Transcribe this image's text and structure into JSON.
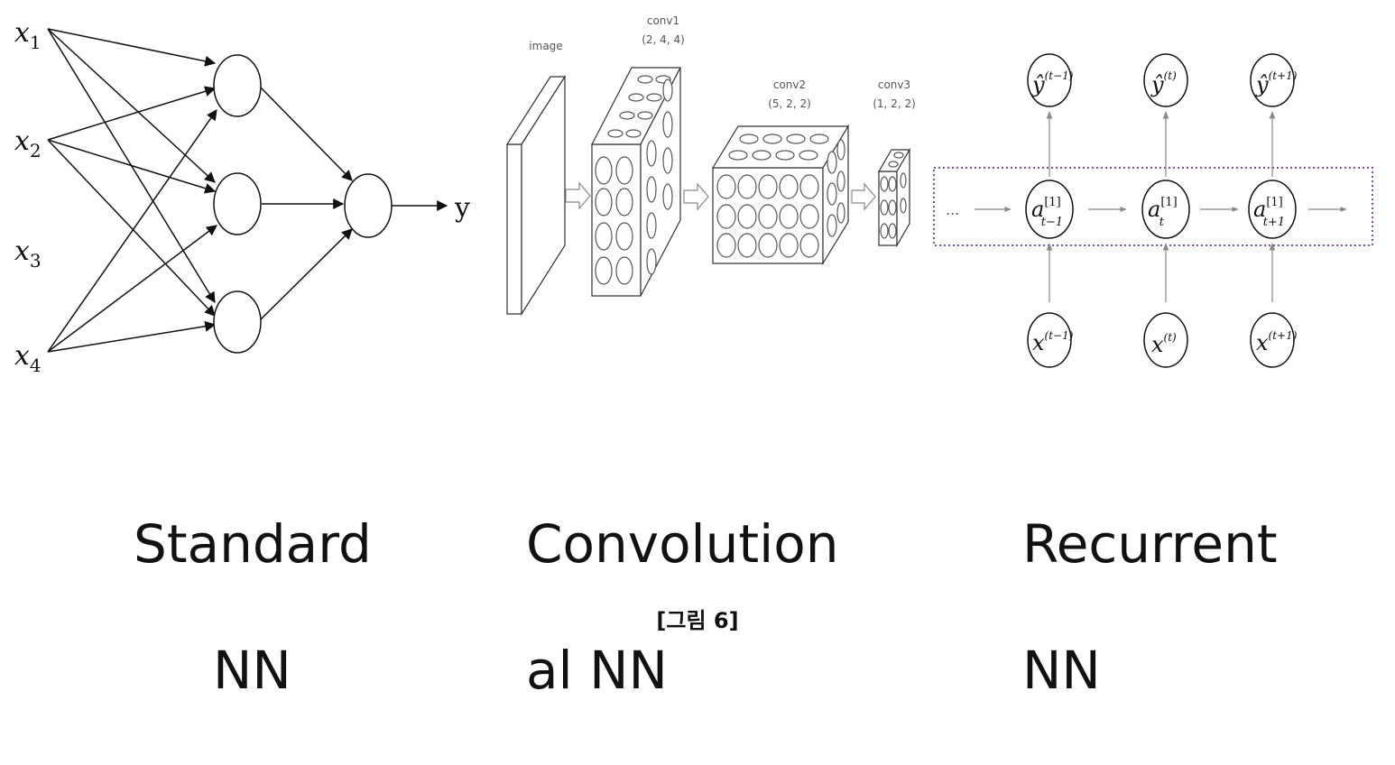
{
  "standard": {
    "inputs": [
      "x1",
      "x2",
      "x3",
      "x4"
    ],
    "input_base": "x",
    "input_subs": [
      "1",
      "2",
      "3",
      "4"
    ],
    "output": "y",
    "caption_line1": "Standard",
    "caption_line2": "NN"
  },
  "cnn": {
    "image_label": "image",
    "conv1_label": "conv1",
    "conv1_dims": "(2, 4, 4)",
    "conv2_label": "conv2",
    "conv2_dims": "(5, 2, 2)",
    "conv3_label": "conv3",
    "conv3_dims": "(1, 2, 2)",
    "caption_line1": "Convolution",
    "caption_line2": "al NN"
  },
  "rnn": {
    "ellipsis": "...",
    "outputs": [
      "ŷ(t−1)",
      "ŷ(t)",
      "ŷ(t+1)"
    ],
    "output_sups": [
      "(t−1)",
      "(t)",
      "(t+1)"
    ],
    "hidden_sup": "[1]",
    "hidden_subs": [
      "t−1",
      "t",
      "t+1"
    ],
    "inputs_sups": [
      "(t−1)",
      "(t)",
      "(t+1)"
    ],
    "caption_line1": "Recurrent",
    "caption_line2": "NN",
    "box_color": "#7b4fa0"
  },
  "figure_label": "[그림 6]"
}
